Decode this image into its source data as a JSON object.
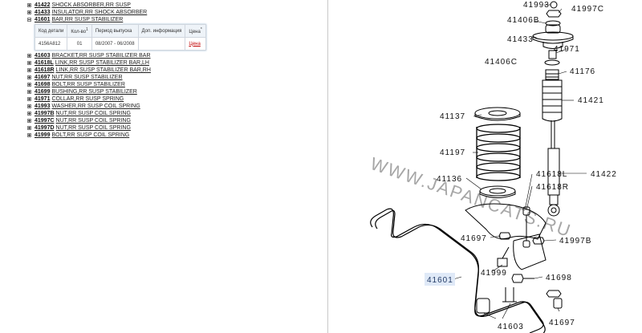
{
  "parts_list": [
    {
      "code": "41422",
      "desc": "SHOCK ABSORBER,RR SUSP",
      "expanded": false
    },
    {
      "code": "41433",
      "desc": "INSULATOR,RR SHOCK ABSORBER",
      "expanded": false
    },
    {
      "code": "41601",
      "desc": "BAR,RR SUSP STABILIZER",
      "expanded": true
    },
    {
      "code": "41603",
      "desc": "BRACKET,RR SUSP STABILIZER BAR",
      "expanded": false
    },
    {
      "code": "41618L",
      "desc": "LINK,RR SUSP STABILIZER BAR,LH",
      "expanded": false
    },
    {
      "code": "41618R",
      "desc": "LINK,RR SUSP STABILIZER BAR,RH",
      "expanded": false
    },
    {
      "code": "41697",
      "desc": "NUT,RR SUSP STABILIZER",
      "expanded": false
    },
    {
      "code": "41698",
      "desc": "BOLT,RR SUSP STABILIZER",
      "expanded": false
    },
    {
      "code": "41699",
      "desc": "BUSHING,RR SUSP STABILIZER",
      "expanded": false
    },
    {
      "code": "41971",
      "desc": "COLLAR,RR SUSP SPRING",
      "expanded": false
    },
    {
      "code": "41993",
      "desc": "WASHER,RR SUSP COIL SPRING",
      "expanded": false
    },
    {
      "code": "41997B",
      "desc": "NUT,RR SUSP COIL SPRING",
      "expanded": false
    },
    {
      "code": "41997C",
      "desc": "NUT,RR SUSP COIL SPRING",
      "expanded": false
    },
    {
      "code": "41997D",
      "desc": "NUT,RR SUSP COIL SPRING",
      "expanded": false
    },
    {
      "code": "41999",
      "desc": "BOLT,RR SUSP COIL SPRING",
      "expanded": false
    }
  ],
  "detail_table": {
    "headers": [
      "Код детали",
      "Кол-во",
      "Период выпуска",
      "Доп. информация",
      "Цена"
    ],
    "qty_mark": "1",
    "price_mark": "*",
    "row": {
      "part_no": "4156A812",
      "qty": "01",
      "period": "08/2007 - 06/2008",
      "info": "",
      "price": "Цена"
    }
  },
  "diagram": {
    "watermark": "WWW.JAPANCATS.RU",
    "highlighted_label": "41601",
    "labels": [
      "41993",
      "41997C",
      "41406B",
      "41433",
      "41971",
      "41406C",
      "41176",
      "41421",
      "41137",
      "41197",
      "41136",
      "41618L",
      "41422",
      "41618R",
      "41697",
      "41997B",
      "41999",
      "41698",
      "41601",
      "41603",
      "41697"
    ]
  }
}
